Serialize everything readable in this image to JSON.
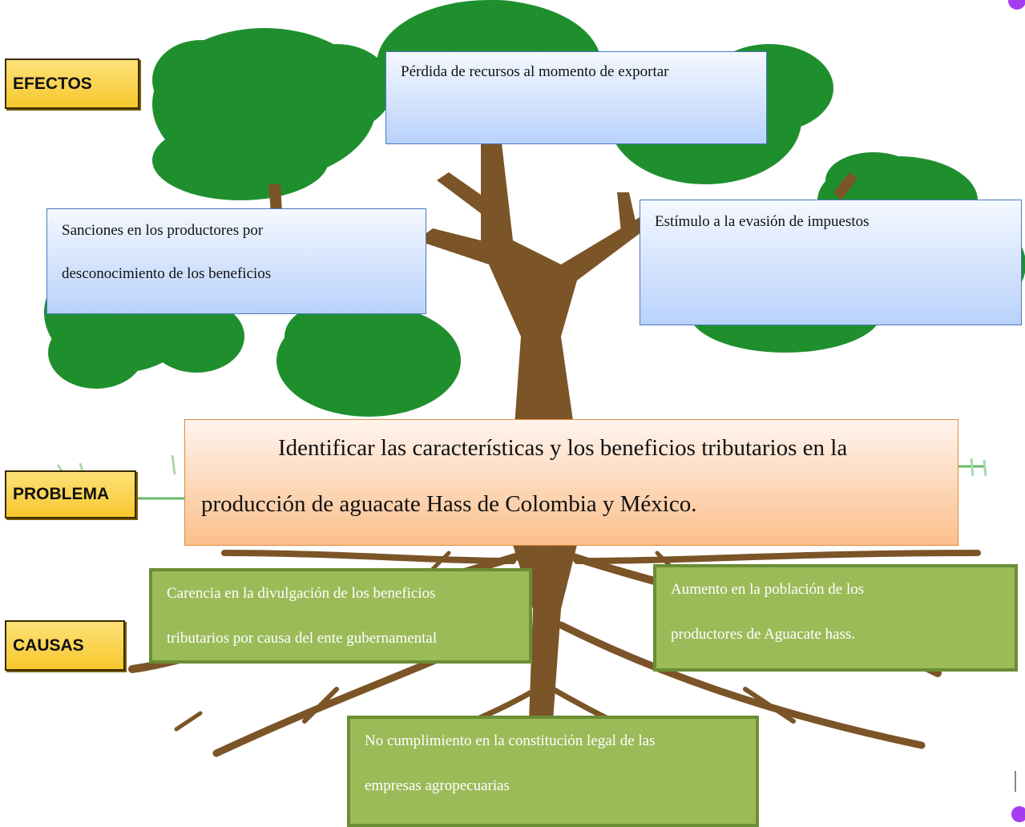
{
  "labels": {
    "efectos": "EFECTOS",
    "problema": "PROBLEMA",
    "causas": "CAUSAS"
  },
  "effects": {
    "top": "Pérdida de recursos al momento de exportar",
    "left_line1": "Sanciones en los productores por",
    "left_line2": "desconocimiento de los beneficios",
    "right": "Estímulo a la evasión de impuestos"
  },
  "problem": {
    "line1": "Identificar las características y los beneficios tributarios en la",
    "line2": "producción de aguacate Hass de Colombia y México."
  },
  "causes": {
    "left_line1": "Carencia en la divulgación de los beneficios",
    "left_line2": "tributarios por causa del ente gubernamental",
    "right_line1": "Aumento en la población de los",
    "right_line2": "productores de Aguacate hass.",
    "bottom_line1": "No cumplimiento en la constitución legal de las",
    "bottom_line2": "empresas agropecuarias"
  },
  "colors": {
    "foliage": "#1f8f2e",
    "trunk": "#7b5427",
    "label_fill": "#f9c933",
    "effect_fill": "#c7dbfb",
    "problem_fill": "#fbc497",
    "cause_fill": "#9bbb59"
  }
}
